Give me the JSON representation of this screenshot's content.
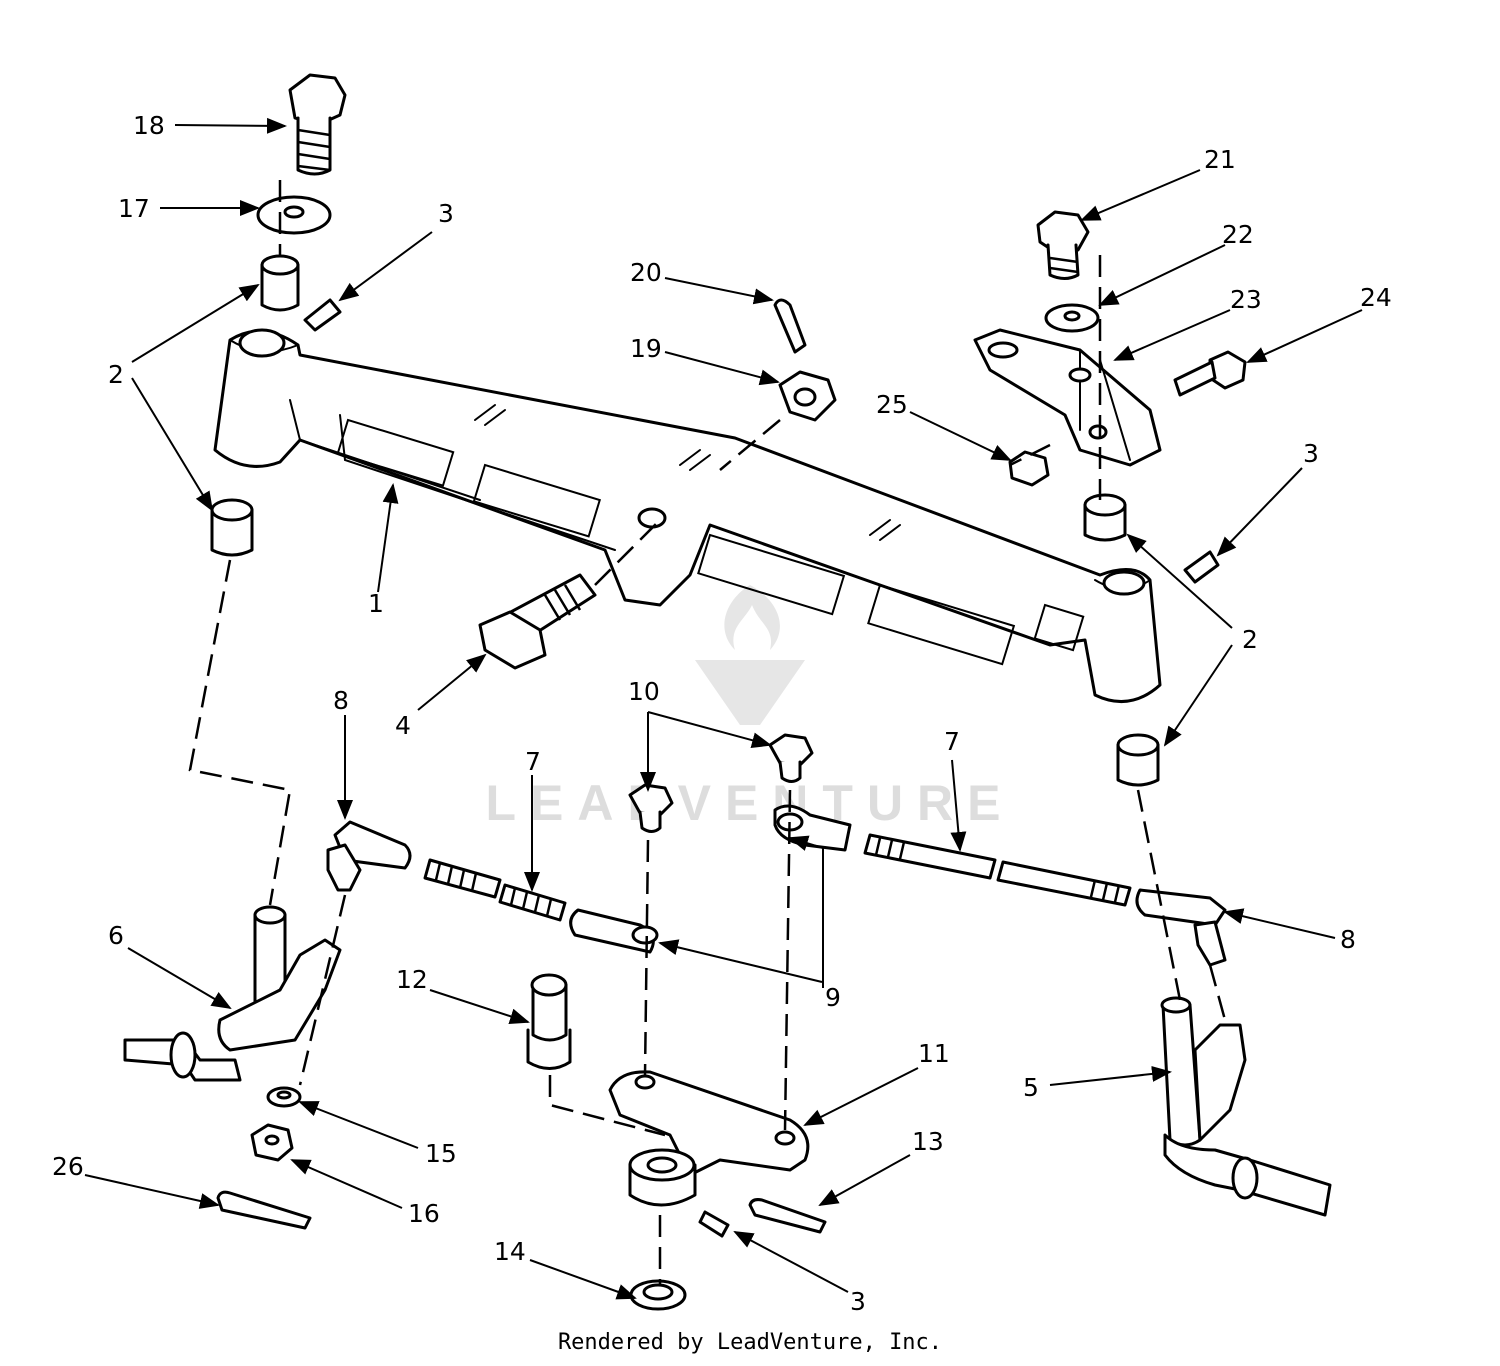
{
  "diagram": {
    "callouts": [
      "1",
      "2",
      "2",
      "2",
      "3",
      "3",
      "3",
      "4",
      "5",
      "6",
      "7",
      "7",
      "8",
      "8",
      "9",
      "9",
      "10",
      "11",
      "12",
      "13",
      "14",
      "15",
      "16",
      "17",
      "18",
      "19",
      "20",
      "21",
      "22",
      "23",
      "24",
      "25",
      "26"
    ],
    "watermark": {
      "text": "LEADVENTURE",
      "icon": "leadventure-flame-logo-icon"
    }
  },
  "footer": {
    "credit": "Rendered by LeadVenture, Inc."
  },
  "colors": {
    "ink": "#000000",
    "background": "#ffffff",
    "watermark": "#dddddd"
  }
}
